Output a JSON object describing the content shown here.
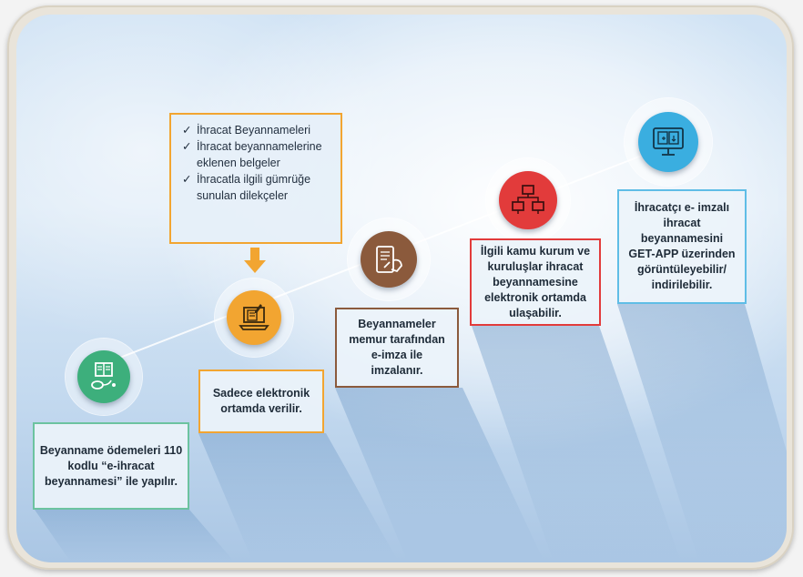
{
  "colors": {
    "step1": "#3daf7c",
    "step2": "#f2a531",
    "step3": "#8b5a3c",
    "step4": "#e23b3b",
    "step5": "#3aaee0",
    "border_green": "#6cc3a0",
    "border_orange": "#f2a531",
    "border_brown": "#8b5a3c",
    "border_red": "#e23b3b",
    "border_blue": "#5fbde6"
  },
  "checklist": {
    "check_mark": "✓",
    "items": [
      "İhracat Beyannameleri",
      "İhracat beyannamelerine eklenen belgeler",
      "İhracatla ilgili gümrüğe sunulan dilekçeler"
    ]
  },
  "steps": [
    {
      "icon": "book-mouse-icon",
      "text": "Beyanname ödemeleri 110 kodlu “e-ihracat beyannamesi” ile yapılır."
    },
    {
      "icon": "laptop-document-icon",
      "text": "Sadece elektronik ortamda verilir."
    },
    {
      "icon": "tablet-signing-icon",
      "text": "Beyannameler memur tarafından e-imza ile imzalanır."
    },
    {
      "icon": "network-computers-icon",
      "text": "İlgili kamu kurum ve kuruluşlar ihracat beyannamesine elektronik ortamda ulaşabilir."
    },
    {
      "icon": "monitor-documents-icon",
      "text": "İhracatçı e- imzalı ihracat beyannamesini GET-APP üzerinden görüntüleyebilir/ indirilebilir."
    }
  ]
}
